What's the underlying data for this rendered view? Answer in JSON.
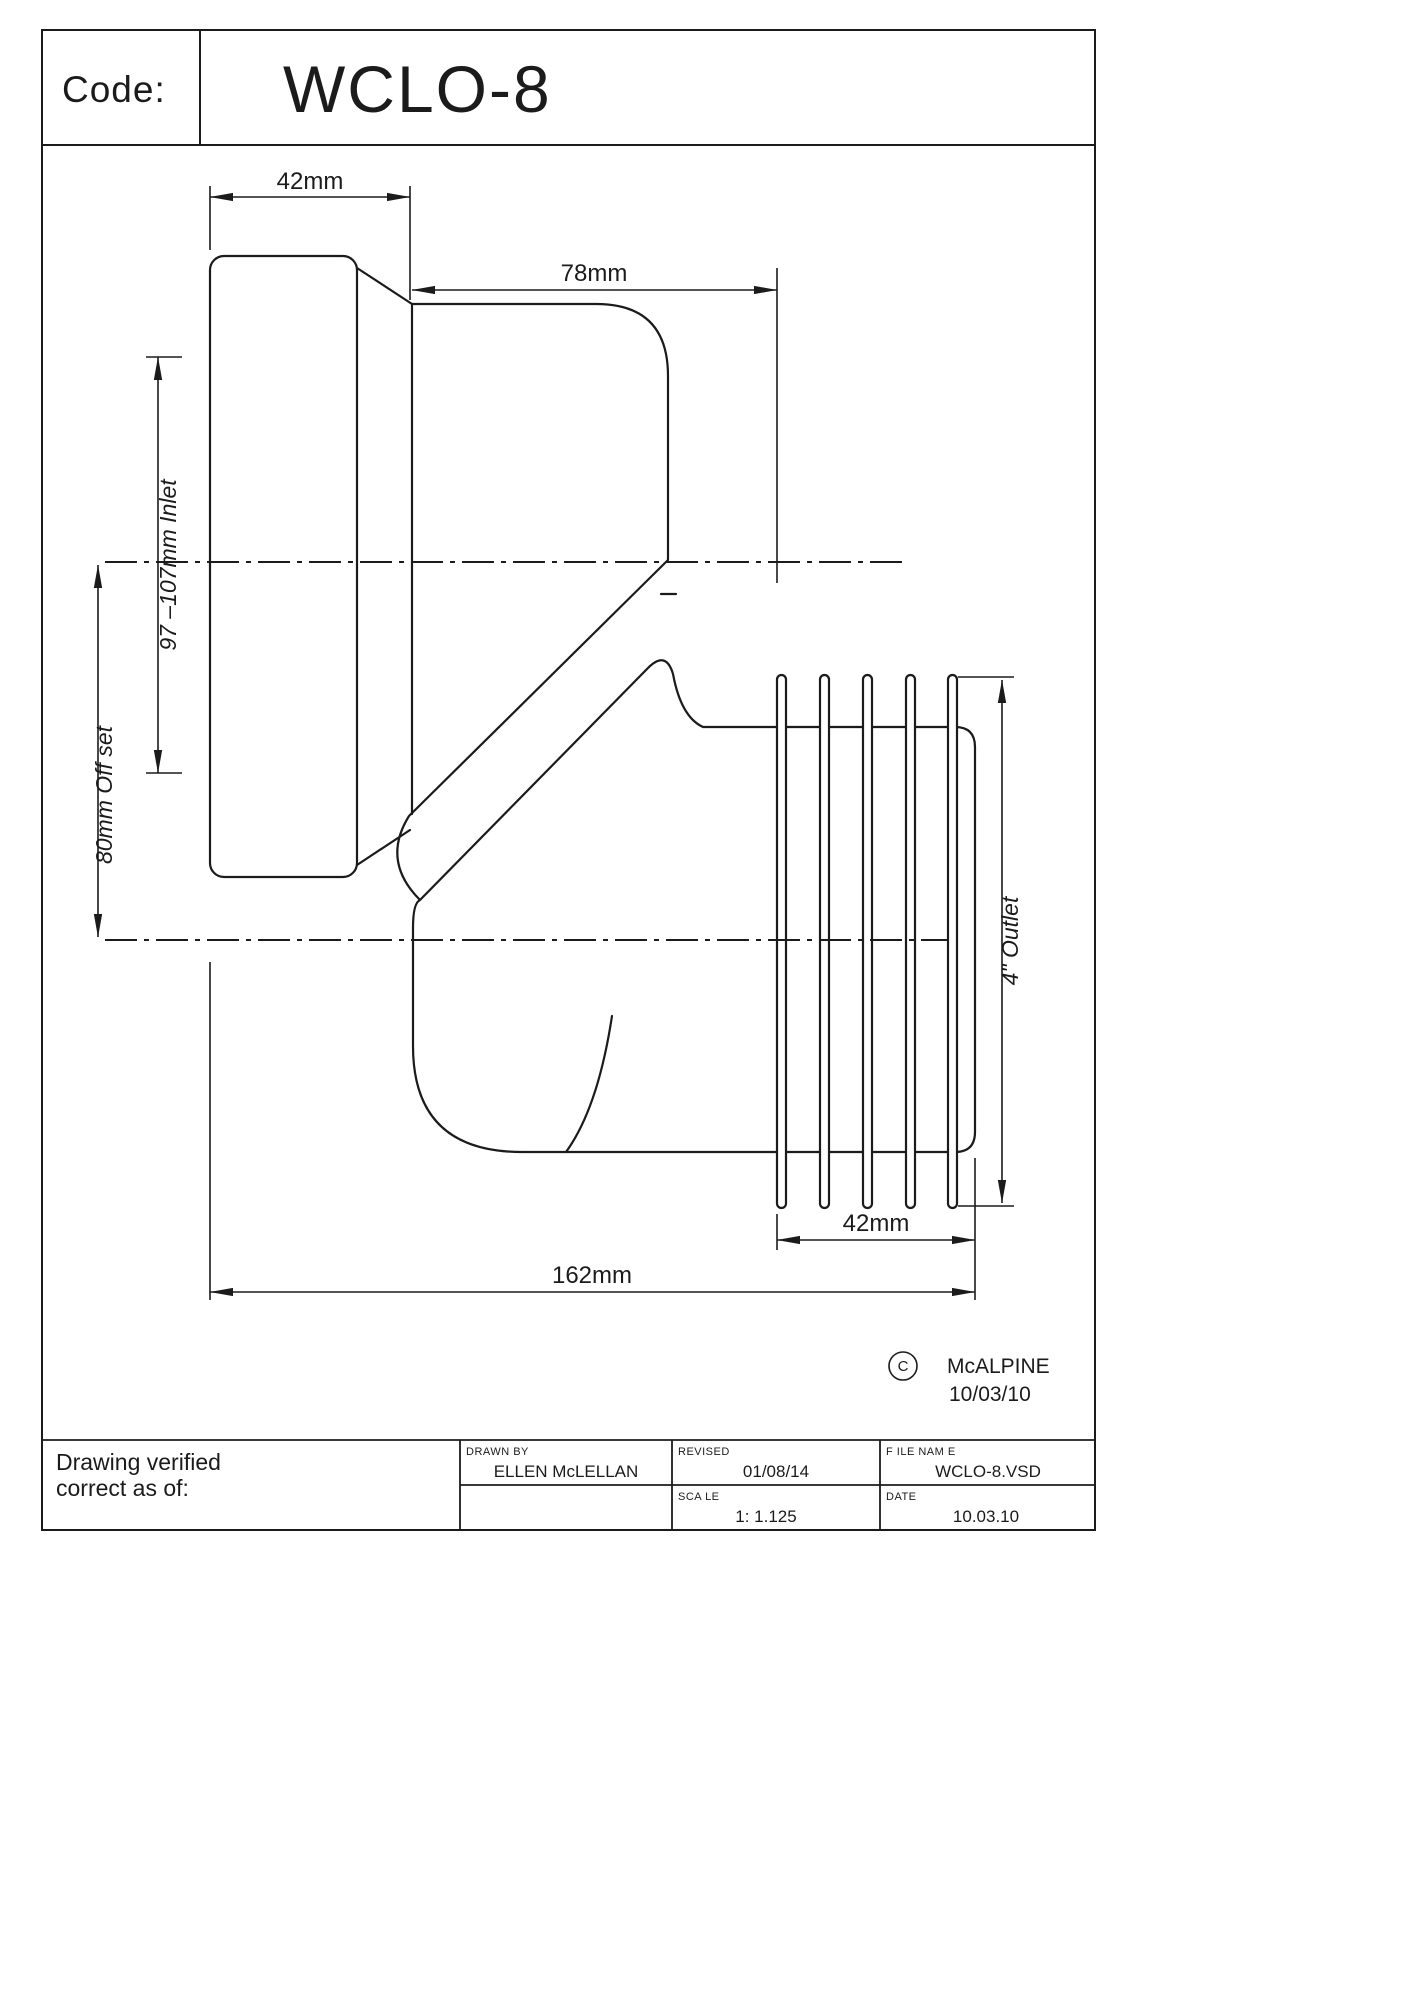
{
  "title_block": {
    "code_label": "Code:",
    "code_value": "WCLO-8"
  },
  "dimensions": {
    "inlet_socket_depth": "42mm",
    "inlet_length": "78mm",
    "inlet_diameter": "97 –107mm Inlet",
    "offset": "80mm Off set",
    "outlet_diameter": "4\" Outlet",
    "outlet_spigot_length": "42mm",
    "overall_length": "162mm"
  },
  "stamp": {
    "copyright_symbol": "C",
    "company": "McALPINE",
    "date": "10/03/10"
  },
  "footer": {
    "verified_line1": "Drawing verified",
    "verified_line2": "correct as of:",
    "drawn_by_label": "DRAWN BY",
    "drawn_by_value": "ELLEN McLELLAN",
    "revised_label": "REVISED",
    "revised_value": "01/08/14",
    "scale_label": "SCA LE",
    "scale_value": "1: 1.125",
    "file_name_label": "F ILE NAM E",
    "file_name_value": "WCLO-8.VSD",
    "date_label": "DATE",
    "date_value": "10.03.10"
  },
  "colors": {
    "line": "#1b1b1b",
    "background": "#ffffff"
  }
}
